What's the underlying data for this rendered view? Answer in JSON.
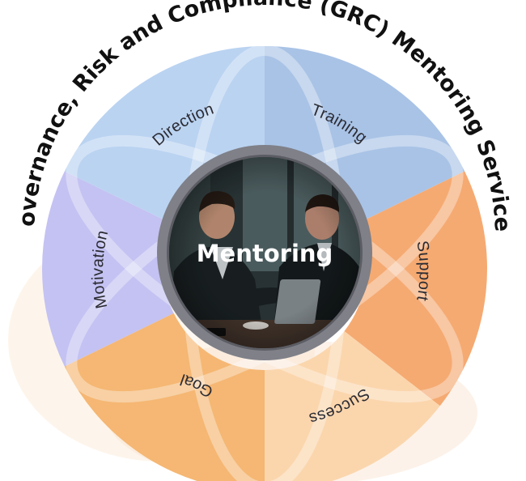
{
  "title": "Governance, Risk and Compliance (GRC) Mentoring Services",
  "center": {
    "label": "Mentoring",
    "image": "two-men-mentoring-photo"
  },
  "segments": [
    {
      "label": "Training",
      "color": "#a9c3e6"
    },
    {
      "label": "Support",
      "color": "#f5aa72"
    },
    {
      "label": "Success",
      "color": "#fbd6ad"
    },
    {
      "label": "Goal",
      "color": "#f5b773"
    },
    {
      "label": "Motivation",
      "color": "#c4c2f2"
    },
    {
      "label": "Direction",
      "color": "#bad3f1"
    }
  ],
  "colors": {
    "ring_border": "#7f8088",
    "title_text": "#111111"
  }
}
